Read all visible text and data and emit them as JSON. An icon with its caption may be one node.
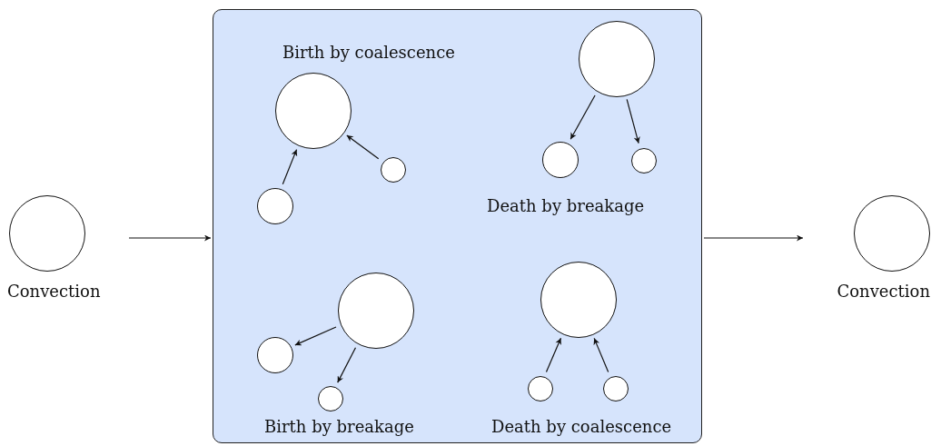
{
  "diagram": {
    "nodes": [
      {
        "text": [
          "Convection"
        ]
      },
      {
        "text": [],
        "shape": "box"
      },
      {
        "text": [],
        "shape": "circle",
        "in": 1
      },
      {
        "text": [],
        "shape": "circle",
        "in": 1
      },
      {
        "text": [],
        "shape": "circle",
        "in": 1
      },
      {
        "text": [],
        "shape": "circle",
        "in": 1
      },
      {
        "text": [],
        "shape": "circle",
        "in": 1
      },
      {
        "text": [],
        "shape": "circle",
        "in": 1
      },
      {
        "text": [],
        "shape": "circle",
        "in": 1
      },
      {
        "text": [],
        "shape": "circle",
        "in": 1
      },
      {
        "text": [],
        "shape": "circle",
        "in": 1
      },
      {
        "text": [],
        "shape": "circle",
        "in": 1
      },
      {
        "text": [],
        "shape": "circle",
        "in": 1
      },
      {
        "text": [],
        "shape": "circle",
        "in": 1
      },
      {
        "text": [
          "Convection"
        ]
      }
    ],
    "edges": [
      {
        "from": 0,
        "to": 1,
        "arrow": "to"
      },
      {
        "from": 1,
        "to": 14,
        "arrow": "to"
      },
      {
        "from": 7,
        "to": 2,
        "arrow": "to"
      },
      {
        "from": 4,
        "to": 2,
        "arrow": "to"
      },
      {
        "from": 3,
        "to": 5,
        "arrow": "to"
      },
      {
        "from": 3,
        "to": 6,
        "arrow": "to"
      },
      {
        "from": 8,
        "to": 10,
        "arrow": "to"
      },
      {
        "from": 8,
        "to": 13,
        "arrow": "to"
      },
      {
        "from": 11,
        "to": 9,
        "arrow": "to"
      },
      {
        "from": 12,
        "to": 9,
        "arrow": "to"
      }
    ],
    "labels": [
      "Birth by coalescence",
      "Death by breakage",
      "Birth by breakage",
      "Death by coalescence"
    ]
  }
}
